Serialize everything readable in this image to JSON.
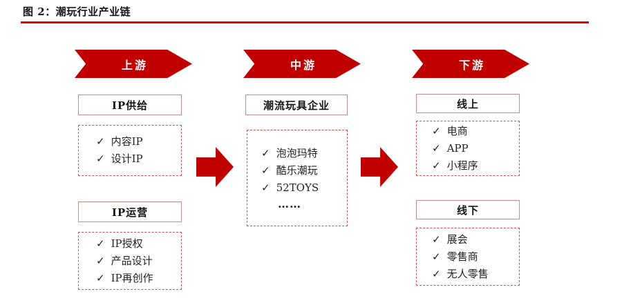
{
  "title": "图 2：潮玩行业产业链",
  "check_glyph": "✓",
  "colors": {
    "banner_red": "#c00000",
    "arrow_red": "#c00000",
    "title_rule_red": "#dd0404",
    "solid_box_border": "#c48b8b",
    "dashed_box_border": "#c85050",
    "text": "#1a1a1a"
  },
  "columns": [
    {
      "banner": "上游",
      "sections": [
        {
          "header": "IP供给",
          "items": [
            "内容IP",
            "设计IP"
          ]
        },
        {
          "header": "IP运营",
          "items": [
            "IP授权",
            "产品设计",
            "IP再创作"
          ]
        }
      ]
    },
    {
      "banner": "中游",
      "sections": [
        {
          "header": "潮流玩具企业",
          "items": [
            "泡泡玛特",
            "酷乐潮玩",
            "52TOYS"
          ],
          "ellipsis": "……"
        }
      ]
    },
    {
      "banner": "下游",
      "sections": [
        {
          "header": "线上",
          "items": [
            "电商",
            "APP",
            "小程序"
          ]
        },
        {
          "header": "线下",
          "items": [
            "展会",
            "零售商",
            "无人零售"
          ]
        }
      ]
    }
  ]
}
